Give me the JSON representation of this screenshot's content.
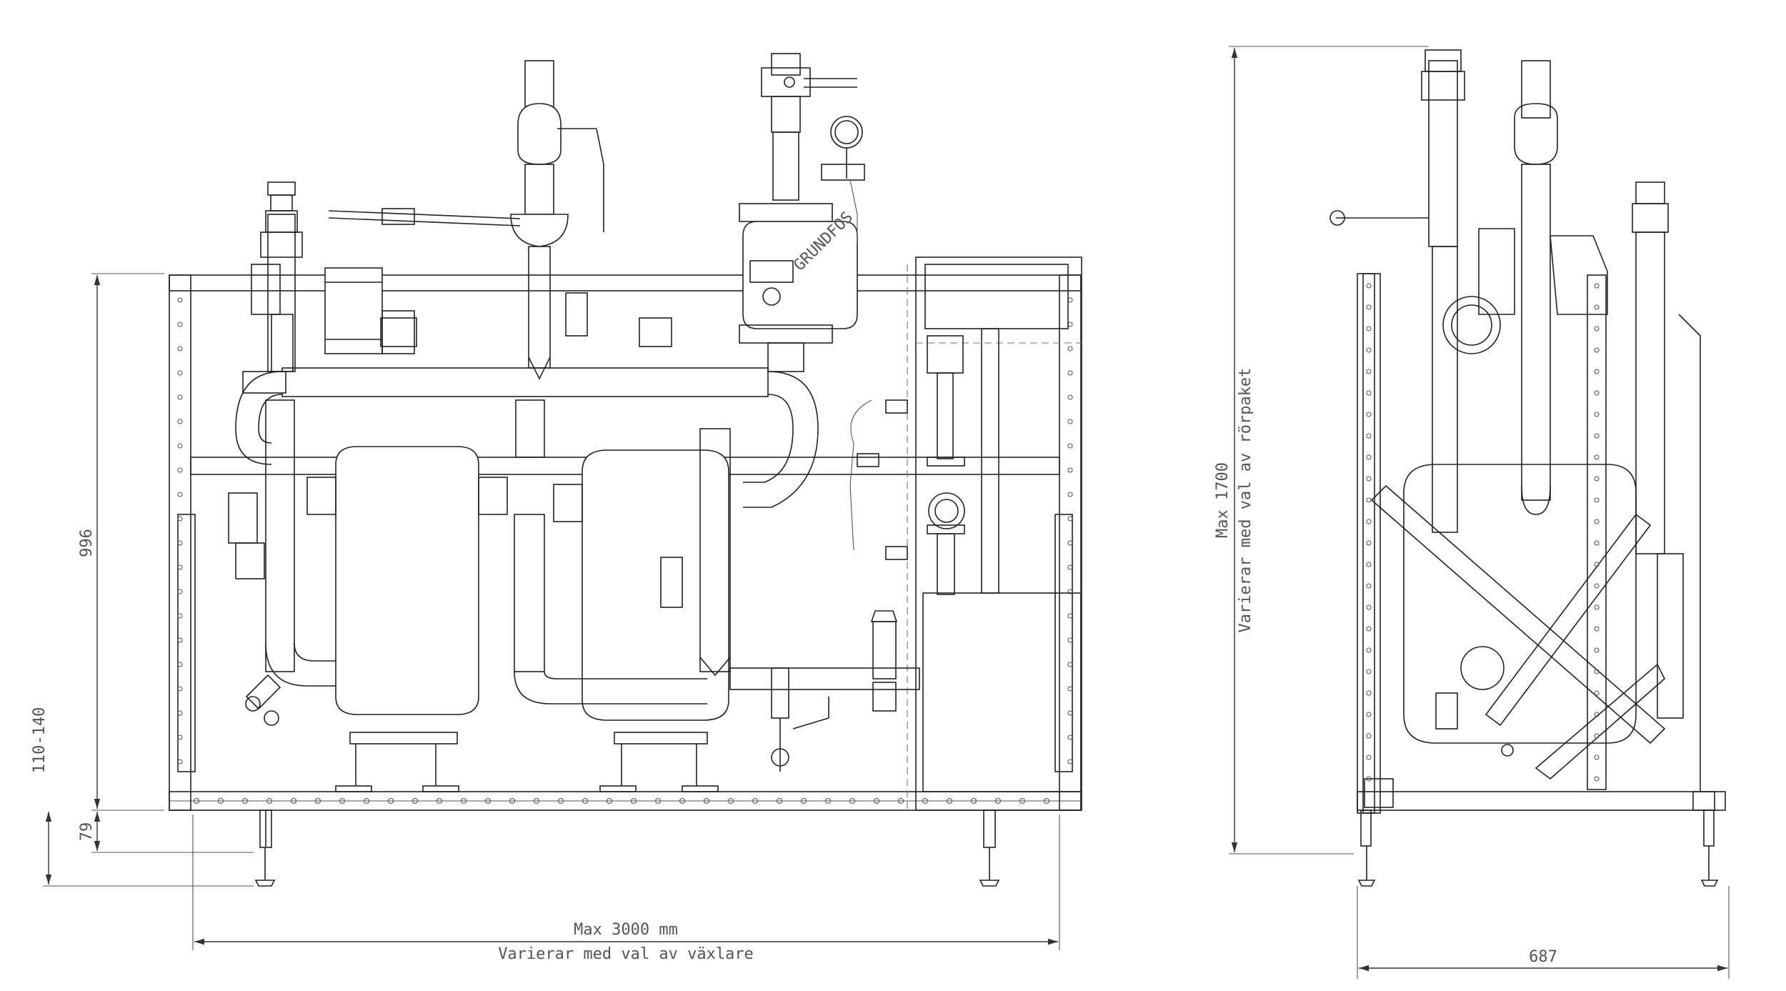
{
  "front_view": {
    "dims": {
      "height_main": "996",
      "foot_clearance": "79",
      "foot_range": "110-140",
      "width_line1": "Max 3000 mm",
      "width_line2": "Varierar med val av växlare"
    }
  },
  "side_view": {
    "dims": {
      "height_line1": "Max 1700",
      "height_line2": "Varierar med val av rörpaket",
      "width": "687"
    }
  },
  "colors": {
    "line": "#222222",
    "dim_text": "#555555",
    "background": "#ffffff"
  }
}
